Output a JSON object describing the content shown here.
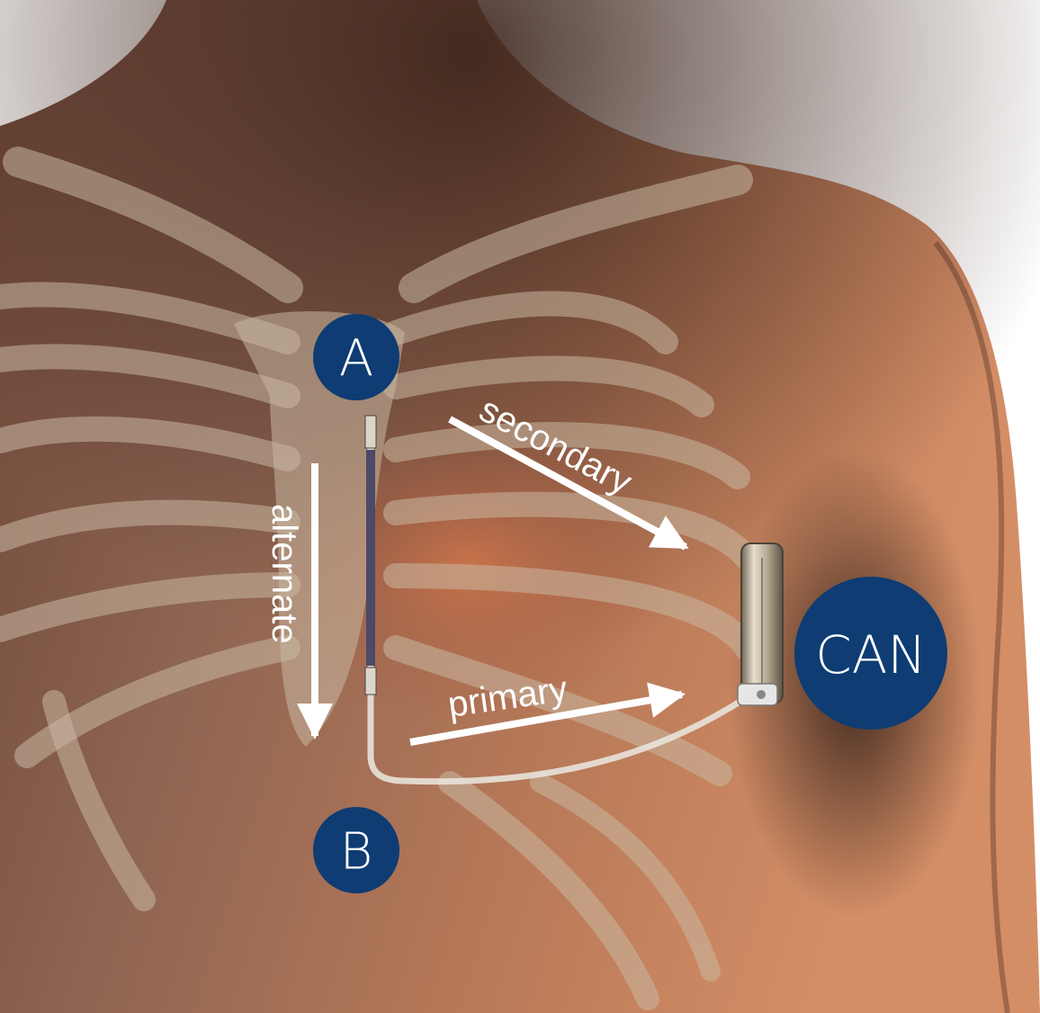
{
  "figure": {
    "markers": {
      "a": "A",
      "b": "B",
      "can": "CAN"
    },
    "vectors": {
      "secondary": "secondary",
      "alternate": "alternate",
      "primary": "primary"
    },
    "colors": {
      "badge": "#0e3c73",
      "arrow": "#ffffff",
      "skin_light": "#c98560",
      "skin_dark": "#4a2e22",
      "bone": "#c9b8a2"
    }
  }
}
